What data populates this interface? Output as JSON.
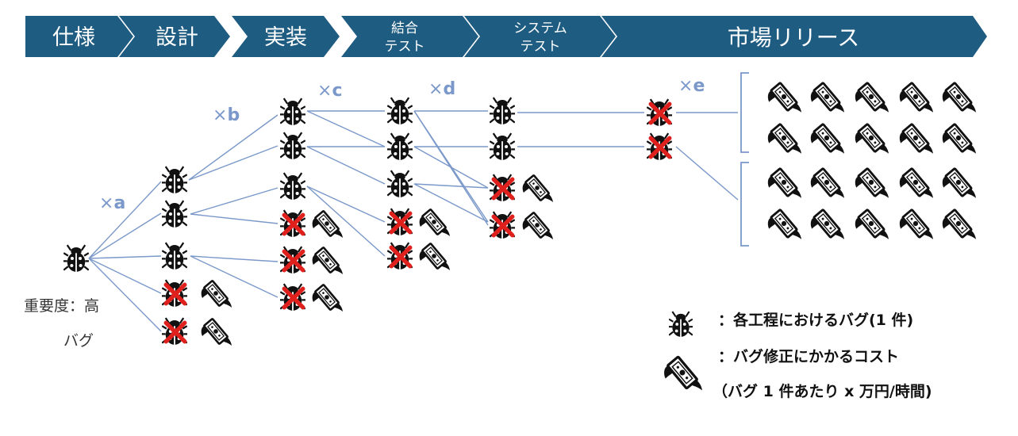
{
  "stages": [
    {
      "id": "spec",
      "lines": [
        "仕様"
      ]
    },
    {
      "id": "design",
      "lines": [
        "設計"
      ]
    },
    {
      "id": "impl",
      "lines": [
        "実装"
      ]
    },
    {
      "id": "integration",
      "lines": [
        "結合",
        "テスト"
      ]
    },
    {
      "id": "system",
      "lines": [
        "システム",
        "テスト"
      ]
    },
    {
      "id": "release",
      "lines": [
        "市場リリース"
      ]
    }
  ],
  "multipliers": [
    {
      "x": "×",
      "letter": "a"
    },
    {
      "x": "×",
      "letter": "b"
    },
    {
      "x": "×",
      "letter": "c"
    },
    {
      "x": "×",
      "letter": "d"
    },
    {
      "x": "×",
      "letter": "e"
    }
  ],
  "origin_label": {
    "line1": "重要度：高",
    "line2": "バグ"
  },
  "legend": {
    "bug": "：各工程におけるバグ(1 件)",
    "cost_line1": "：バグ修正にかかるコスト",
    "cost_line2": "（バグ 1 件あたり x 万円/時間)"
  },
  "icons": {
    "bug": "ladybug-icon",
    "cost": "flying-money-icon",
    "fix_mark": "red-x-icon"
  },
  "colors": {
    "stage_fill": "#1f5c82",
    "line": "#7a98c9",
    "fix_mark": "#e0201c"
  }
}
